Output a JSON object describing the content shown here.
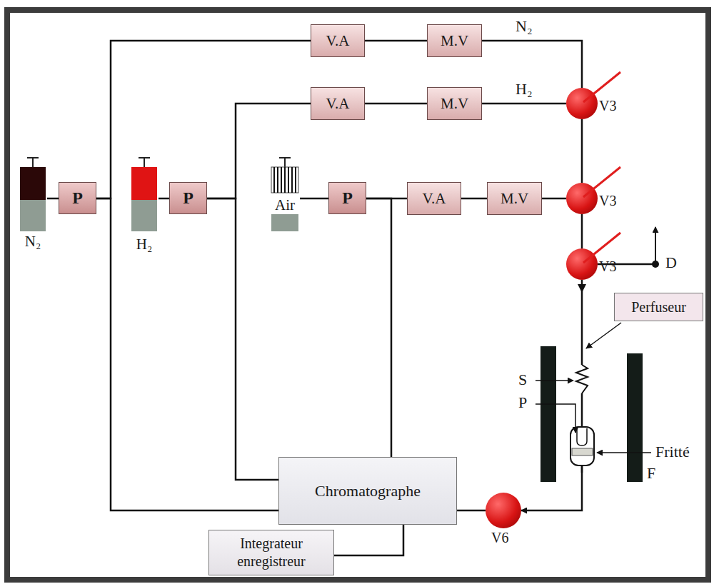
{
  "diagram": {
    "nodes": [
      {
        "text": [
          "N₂"
        ]
      },
      {
        "text": [
          "P"
        ]
      },
      {
        "text": [
          "H₂"
        ]
      },
      {
        "text": [
          "P"
        ]
      },
      {
        "text": [
          "Air"
        ]
      },
      {
        "text": [
          "P"
        ]
      },
      {
        "text": [
          "V.A"
        ]
      },
      {
        "text": [
          "M.V"
        ]
      },
      {
        "text": [
          "V.A"
        ]
      },
      {
        "text": [
          "M.V"
        ]
      },
      {
        "text": [
          "V.A"
        ]
      },
      {
        "text": [
          "M.V"
        ]
      },
      {
        "text": [
          "V3"
        ]
      },
      {
        "text": [
          "V3"
        ]
      },
      {
        "text": [
          "V3"
        ]
      },
      {
        "text": [
          "Perfuseur"
        ]
      },
      {
        "text": [
          "Chromatographe"
        ]
      },
      {
        "text": [
          "Integrateur enregistreur"
        ]
      },
      {
        "text": [
          "V6"
        ]
      }
    ],
    "edges": [
      {
        "from": 0,
        "to": 1,
        "arrow": "none"
      },
      {
        "from": 1,
        "to": 6,
        "arrow": "none"
      },
      {
        "from": 1,
        "to": 16,
        "arrow": "none"
      },
      {
        "from": 2,
        "to": 3,
        "arrow": "none"
      },
      {
        "from": 3,
        "to": 8,
        "arrow": "none"
      },
      {
        "from": 3,
        "to": 16,
        "arrow": "none"
      },
      {
        "from": 4,
        "to": 5,
        "arrow": "none"
      },
      {
        "from": 5,
        "to": 10,
        "arrow": "none"
      },
      {
        "from": 5,
        "to": 16,
        "arrow": "none"
      },
      {
        "from": 6,
        "to": 7,
        "arrow": "none"
      },
      {
        "from": 7,
        "to": 12,
        "label": "N₂",
        "arrow": "none"
      },
      {
        "from": 8,
        "to": 9,
        "arrow": "none"
      },
      {
        "from": 9,
        "to": 12,
        "label": "H₂",
        "arrow": "none"
      },
      {
        "from": 10,
        "to": 11,
        "arrow": "none"
      },
      {
        "from": 11,
        "to": 13,
        "arrow": "none"
      },
      {
        "from": 12,
        "to": 13,
        "arrow": "none"
      },
      {
        "from": 13,
        "to": 14,
        "arrow": "none"
      },
      {
        "from": 14,
        "to": 18,
        "arrow": "to"
      },
      {
        "from": 18,
        "to": 16,
        "arrow": "none"
      },
      {
        "from": 17,
        "to": 16,
        "arrow": "none"
      }
    ],
    "labels": [
      "S",
      "P",
      "Fritté",
      "F",
      "D"
    ]
  }
}
